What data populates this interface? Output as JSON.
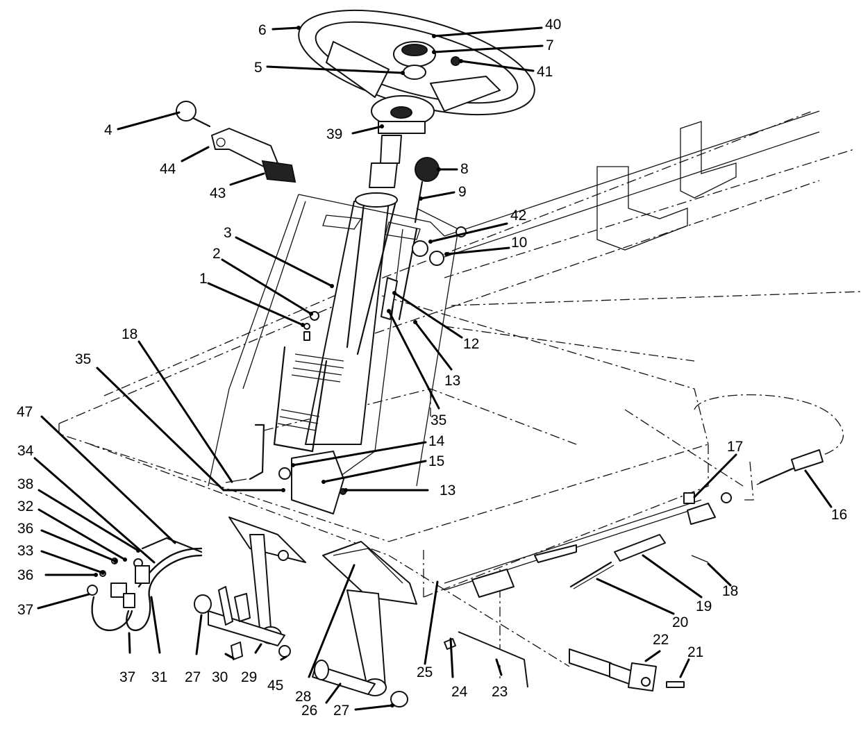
{
  "callouts": [
    {
      "id": "c6",
      "text": "6"
    },
    {
      "id": "c40",
      "text": "40"
    },
    {
      "id": "c7",
      "text": "7"
    },
    {
      "id": "c5",
      "text": "5"
    },
    {
      "id": "c41",
      "text": "41"
    },
    {
      "id": "c4",
      "text": "4"
    },
    {
      "id": "c39",
      "text": "39"
    },
    {
      "id": "c8",
      "text": "8"
    },
    {
      "id": "c44",
      "text": "44"
    },
    {
      "id": "c43",
      "text": "43"
    },
    {
      "id": "c9",
      "text": "9"
    },
    {
      "id": "c42",
      "text": "42"
    },
    {
      "id": "c3",
      "text": "3"
    },
    {
      "id": "c10",
      "text": "10"
    },
    {
      "id": "c2",
      "text": "2"
    },
    {
      "id": "c1",
      "text": "1"
    },
    {
      "id": "c12",
      "text": "12"
    },
    {
      "id": "c18a",
      "text": "18"
    },
    {
      "id": "c13a",
      "text": "13"
    },
    {
      "id": "c35a",
      "text": "35"
    },
    {
      "id": "c35b",
      "text": "35"
    },
    {
      "id": "c47",
      "text": "47"
    },
    {
      "id": "c14",
      "text": "14"
    },
    {
      "id": "c17",
      "text": "17"
    },
    {
      "id": "c34",
      "text": "34"
    },
    {
      "id": "c15",
      "text": "15"
    },
    {
      "id": "c13b",
      "text": "13"
    },
    {
      "id": "c16",
      "text": "16"
    },
    {
      "id": "c38",
      "text": "38"
    },
    {
      "id": "c32",
      "text": "32"
    },
    {
      "id": "c36a",
      "text": "36"
    },
    {
      "id": "c33",
      "text": "33"
    },
    {
      "id": "c36b",
      "text": "36"
    },
    {
      "id": "c18b",
      "text": "18"
    },
    {
      "id": "c19",
      "text": "19"
    },
    {
      "id": "c37a",
      "text": "37"
    },
    {
      "id": "c20",
      "text": "20"
    },
    {
      "id": "c22",
      "text": "22"
    },
    {
      "id": "c21",
      "text": "21"
    },
    {
      "id": "c27a",
      "text": "27"
    },
    {
      "id": "c25",
      "text": "25"
    },
    {
      "id": "c37b",
      "text": "37"
    },
    {
      "id": "c31",
      "text": "31"
    },
    {
      "id": "c30",
      "text": "30"
    },
    {
      "id": "c29",
      "text": "29"
    },
    {
      "id": "c45",
      "text": "45"
    },
    {
      "id": "c28",
      "text": "28"
    },
    {
      "id": "c24",
      "text": "24"
    },
    {
      "id": "c23",
      "text": "23"
    },
    {
      "id": "c26",
      "text": "26"
    },
    {
      "id": "c27b",
      "text": "27"
    }
  ]
}
